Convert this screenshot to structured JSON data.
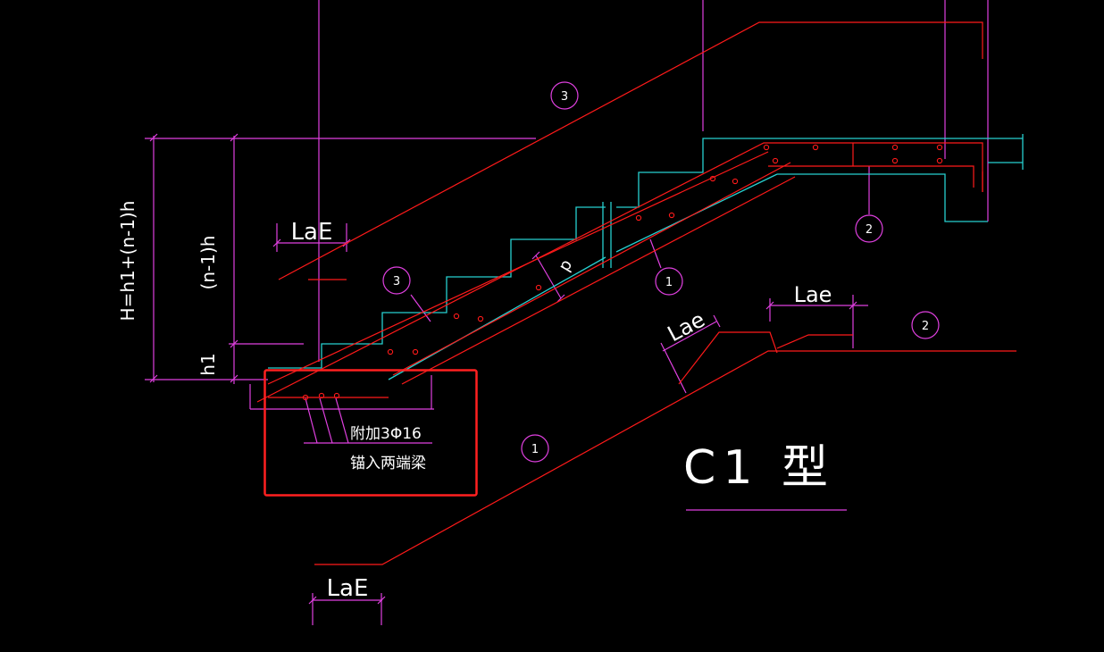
{
  "drawing": {
    "title": "C1 型",
    "dimensions": {
      "total_height": "H=h1+(n-1)h",
      "flight_height": "(n-1)h",
      "first_step": "h1",
      "slab_thickness": "p"
    },
    "anchor_labels": {
      "top_left": "LaE",
      "bottom": "LaE",
      "right_upper": "Lae",
      "right_lower": "Lae"
    },
    "callouts": [
      "1",
      "2",
      "3"
    ],
    "note": {
      "line1": "附加3Φ16",
      "line2": "锚入两端梁"
    },
    "colors": {
      "background": "#000000",
      "rebar": "#ff1a1a",
      "dimension": "#e040e0",
      "concrete_outline": "#27d0d0",
      "text": "#ffffff",
      "highlight_box": "#ff2020"
    }
  }
}
